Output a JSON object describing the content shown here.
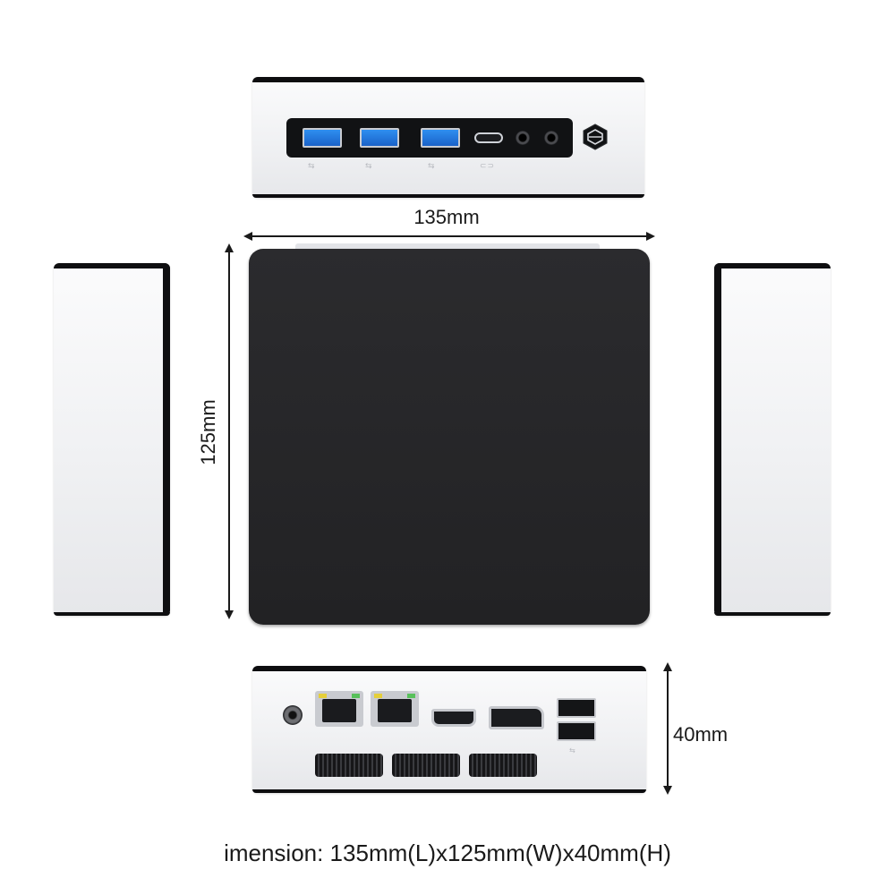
{
  "dimensions": {
    "width_label": "135mm",
    "height_label": "125mm",
    "depth_label": "40mm"
  },
  "caption": "imension: 135mm(L)x125mm(W)x40mm(H)",
  "colors": {
    "chassis": "#f0f1f3",
    "top_panel": "#262628",
    "usb_blue": "#2f8ff0",
    "arrow": "#1a1a1a"
  },
  "icons": {
    "power_button": "hexagon-power-icon",
    "usb_symbol": "usb-icon"
  },
  "views": [
    "front-view",
    "top-view",
    "left-side-view",
    "right-side-view",
    "rear-view"
  ]
}
